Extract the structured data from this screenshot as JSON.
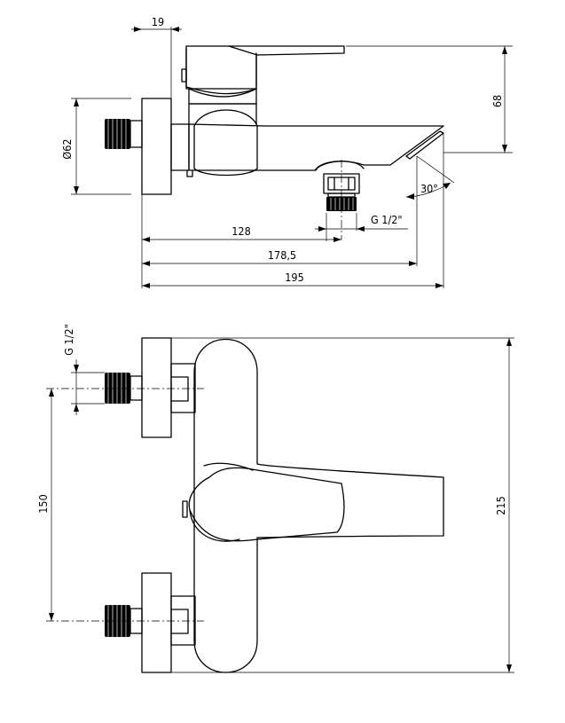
{
  "side_view": {
    "dim_width": "19",
    "dim_diameter": "Ø62",
    "dim_height": "68",
    "dim_128": "128",
    "dim_178": "178,5",
    "dim_195": "195",
    "thread": "G 1/2\"",
    "angle": "30°"
  },
  "top_view": {
    "thread": "G 1/2\"",
    "dim_spacing": "150",
    "dim_depth": "215"
  }
}
